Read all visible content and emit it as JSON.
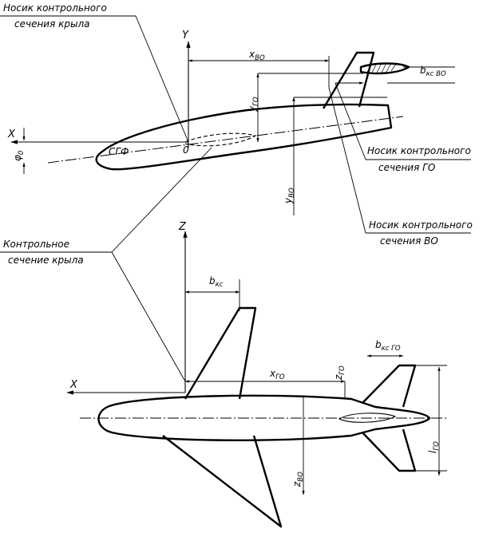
{
  "labels": {
    "wing_section_nose_1": "Носик контрольного",
    "wing_section_nose_2": "сечения крыла",
    "ho_section_nose_1": "Носик контрольного",
    "ho_section_nose_2": "сечения ГО",
    "vo_section_nose_1": "Носик контрольного",
    "vo_section_nose_2": "сечения ВО",
    "control_section_1": "Контрольное",
    "control_section_2": "сечение крыла",
    "cgf": "СГФ",
    "origin": "0"
  },
  "axes": {
    "x_top": "X",
    "y_top": "Y",
    "x_bottom": "X",
    "z_bottom": "Z"
  },
  "dims": {
    "x": "x",
    "y": "y",
    "z": "z",
    "b": "b",
    "phi": "φ",
    "sub_vo": "ВО",
    "sub_go": "ГО",
    "sub_kc": "кс",
    "sub_kc_vo": "кс ВО",
    "sub_kc_go": "кс ГО",
    "sub_0": "0",
    "l": "l"
  }
}
